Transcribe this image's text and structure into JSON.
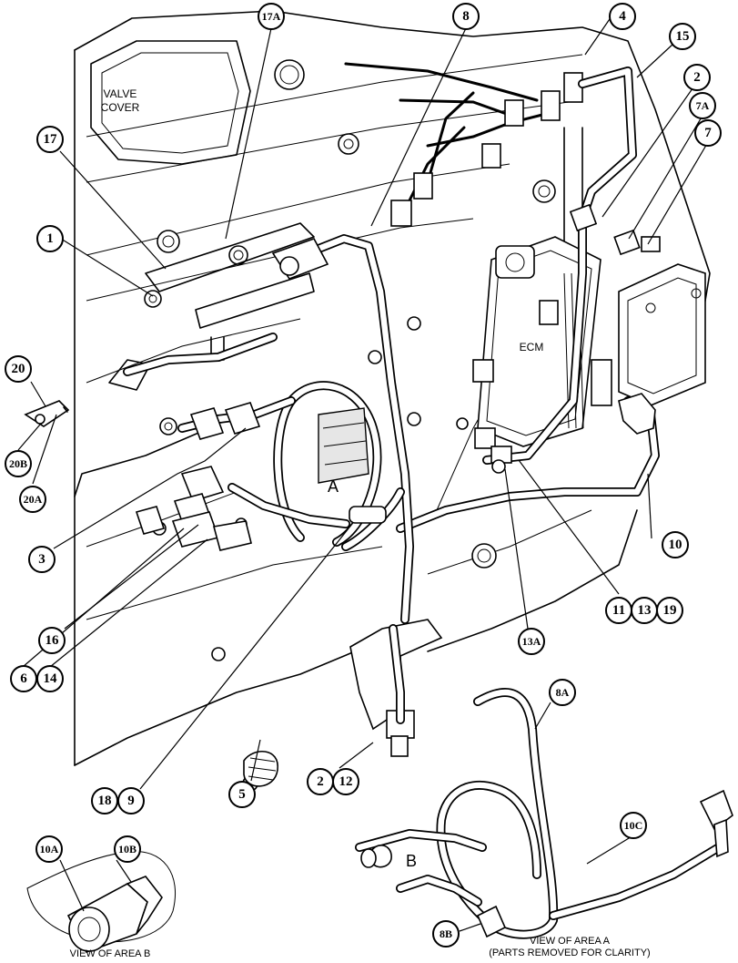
{
  "labels": {
    "valve_cover_line1": "VALVE",
    "valve_cover_line2": "COVER",
    "ecm": "ECM",
    "area_a": "A",
    "area_b": "B",
    "view_area_a_line1": "VIEW OF AREA  A",
    "view_area_a_line2": "(PARTS REMOVED FOR CLARITY)",
    "view_area_b": "VIEW OF AREA  B"
  },
  "callouts": {
    "c17A": "17A",
    "c8": "8",
    "c4": "4",
    "c15": "15",
    "c2a": "2",
    "c7A": "7A",
    "c7": "7",
    "c17": "17",
    "c1": "1",
    "c20": "20",
    "c20B": "20B",
    "c20A": "20A",
    "c3": "3",
    "c16": "16",
    "c6": "6",
    "c14": "14",
    "c10": "10",
    "c11": "11",
    "c13": "13",
    "c19": "19",
    "c13A": "13A",
    "c2b": "2",
    "c12": "12",
    "c5": "5",
    "c18": "18",
    "c9": "9",
    "c8A": "8A",
    "c10C": "10C",
    "c10A": "10A",
    "c10B": "10B",
    "c8B": "8B"
  }
}
